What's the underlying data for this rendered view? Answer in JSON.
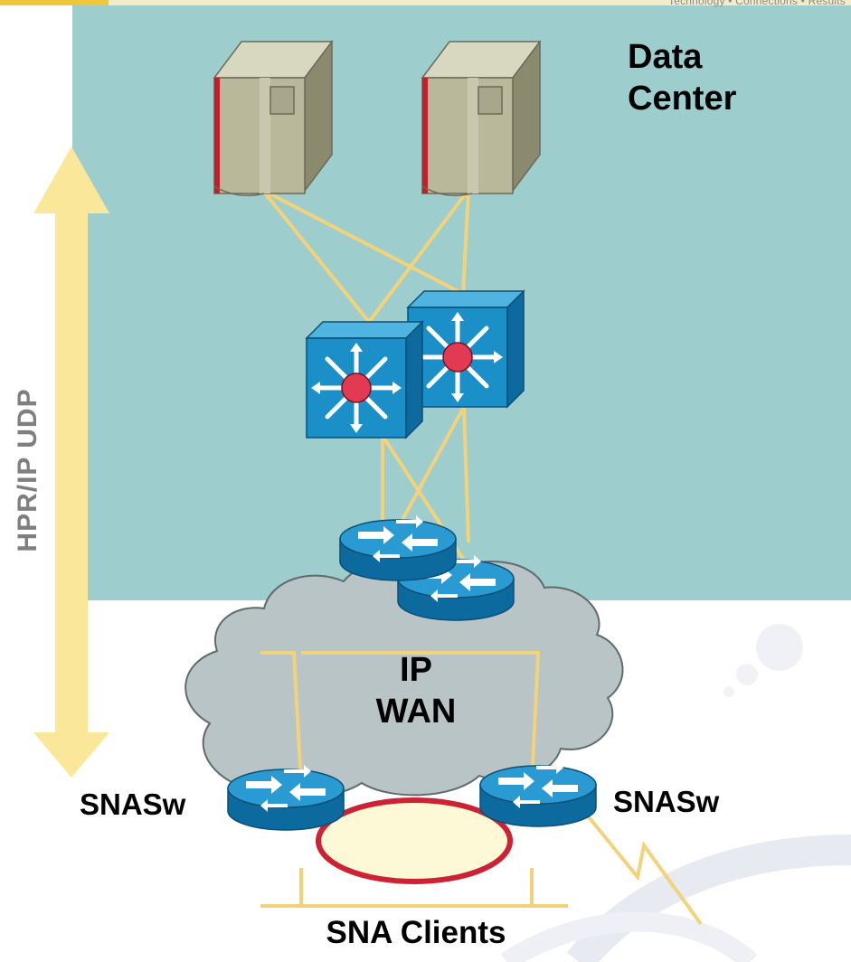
{
  "header": {
    "tagline": "Technology • Connections • Results"
  },
  "labels": {
    "data_center_line1": "Data",
    "data_center_line2": "Center",
    "wan_line1": "IP",
    "wan_line2": "WAN",
    "snasw_left": "SNASw",
    "snasw_right": "SNASw",
    "clients": "SNA Clients",
    "protocol": "HPR/IP UDP"
  },
  "colors": {
    "data_center_bg": "#9ecdcd",
    "cloud": "#b8c4c6",
    "link": "#f2d27a",
    "arrow": "#fbe79a",
    "switch": "#1a8fc8",
    "router": "#1a8fc8",
    "mainframe": "#b5b69a",
    "token_ring": "#cc2233",
    "token_ring_fill": "#fdf9d6"
  },
  "devices": {
    "mainframes": [
      "mainframe-icon",
      "mainframe-icon"
    ],
    "switches": [
      "multilayer-switch-icon",
      "multilayer-switch-icon"
    ],
    "wan_routers": [
      "router-icon",
      "router-icon"
    ],
    "edge_routers": [
      "router-icon",
      "router-icon"
    ]
  }
}
